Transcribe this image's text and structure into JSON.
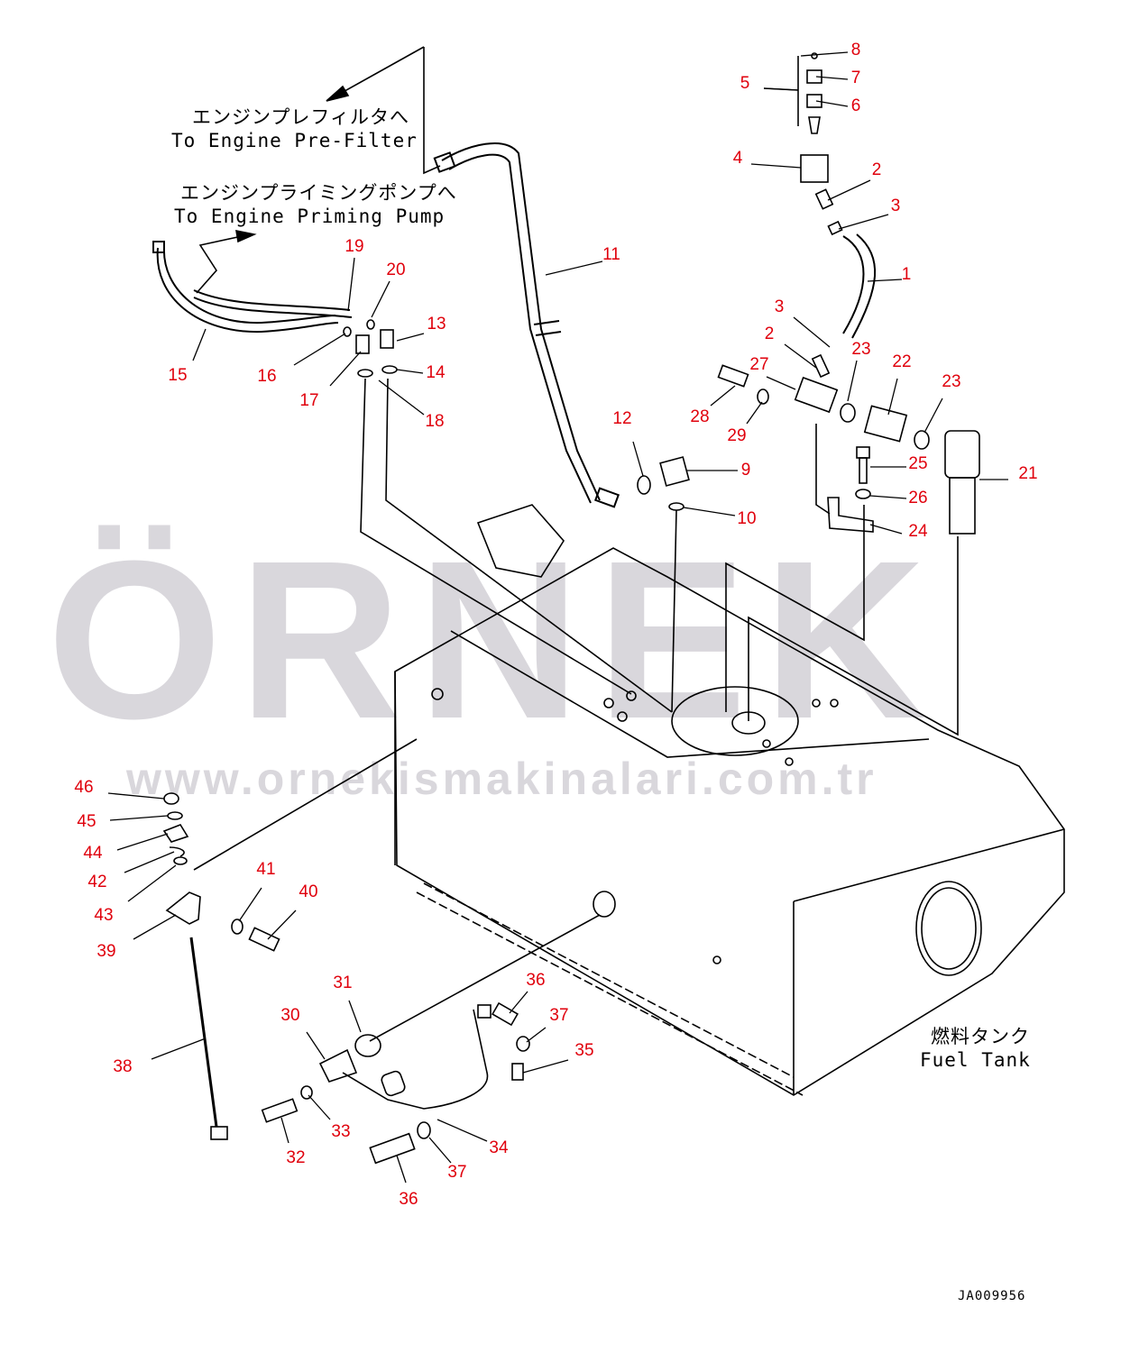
{
  "watermark": {
    "brand": "ÖRNEK",
    "url": "www.ornekismakinalari.com.tr"
  },
  "notes": {
    "pre_filter_jp": "エンジンプレフィルタへ",
    "pre_filter_en": "To Engine Pre-Filter",
    "priming_jp": "エンジンプライミングポンプへ",
    "priming_en": "To Engine Priming Pump",
    "tank_jp": "燃料タンク",
    "tank_en": "Fuel Tank"
  },
  "drawing_id": "JA009956",
  "colors": {
    "callout": "#e0000c",
    "line": "#000000",
    "watermark": "#d9d7dc"
  },
  "callouts": [
    "8",
    "7",
    "6",
    "5",
    "4",
    "2",
    "3",
    "1",
    "11",
    "19",
    "20",
    "13",
    "14",
    "18",
    "17",
    "16",
    "15",
    "3",
    "2",
    "23",
    "22",
    "23",
    "27",
    "28",
    "29",
    "12",
    "9",
    "10",
    "25",
    "26",
    "24",
    "21",
    "46",
    "45",
    "44",
    "42",
    "43",
    "39",
    "41",
    "40",
    "38",
    "31",
    "30",
    "36",
    "37",
    "35",
    "33",
    "32",
    "34",
    "37",
    "36"
  ]
}
